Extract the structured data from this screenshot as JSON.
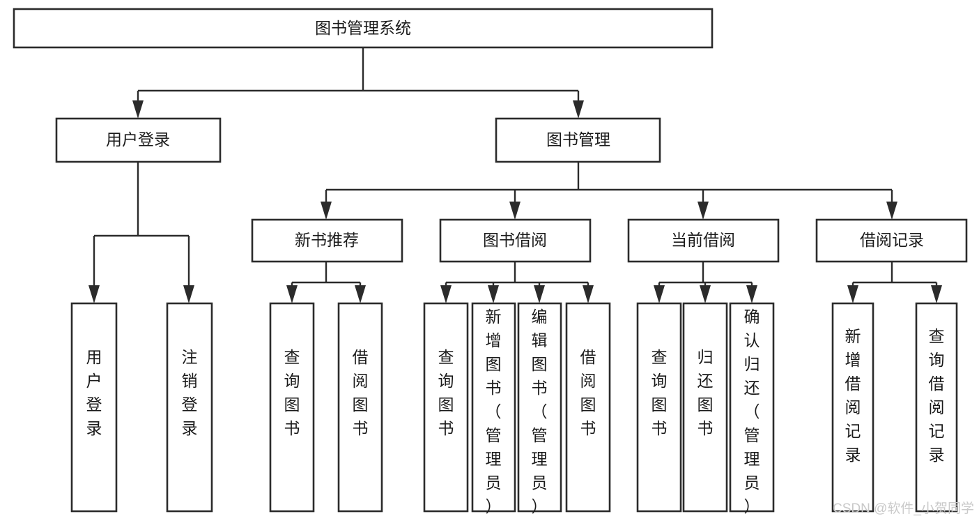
{
  "diagram": {
    "title": "图书管理系统",
    "type": "tree",
    "orientation": "top-down",
    "colors": {
      "box_stroke": "#2b2b2b",
      "box_fill": "#ffffff",
      "text": "#1a1a1a",
      "connector": "#2b2b2b",
      "background": "#ffffff",
      "watermark": "#c9c9c9"
    },
    "root": {
      "label": "图书管理系统"
    },
    "level2": [
      {
        "id": "user-login",
        "label": "用户登录"
      },
      {
        "id": "book-management",
        "label": "图书管理"
      }
    ],
    "level3": [
      {
        "id": "new-book-recommend",
        "label": "新书推荐",
        "parent": "book-management"
      },
      {
        "id": "book-borrow",
        "label": "图书借阅",
        "parent": "book-management"
      },
      {
        "id": "current-borrow",
        "label": "当前借阅",
        "parent": "book-management"
      },
      {
        "id": "borrow-record",
        "label": "借阅记录",
        "parent": "book-management"
      }
    ],
    "leaves": {
      "user-login": [
        {
          "id": "leaf-user-login",
          "label": "用户登录"
        },
        {
          "id": "leaf-logout",
          "label": "注销登录"
        }
      ],
      "new-book-recommend": [
        {
          "id": "leaf-query-book-1",
          "label": "查询图书"
        },
        {
          "id": "leaf-borrow-book-1",
          "label": "借阅图书"
        }
      ],
      "book-borrow": [
        {
          "id": "leaf-query-book-2",
          "label": "查询图书"
        },
        {
          "id": "leaf-add-book",
          "label": "新增图书（管理员）"
        },
        {
          "id": "leaf-edit-book",
          "label": "编辑图书（管理员）"
        },
        {
          "id": "leaf-borrow-book-2",
          "label": "借阅图书"
        }
      ],
      "current-borrow": [
        {
          "id": "leaf-query-book-3",
          "label": "查询图书"
        },
        {
          "id": "leaf-return-book",
          "label": "归还图书"
        },
        {
          "id": "leaf-confirm-return",
          "label": "确认归还（管理员）"
        }
      ],
      "borrow-record": [
        {
          "id": "leaf-add-record",
          "label": "新增借阅记录"
        },
        {
          "id": "leaf-query-record",
          "label": "查询借阅记录"
        }
      ]
    },
    "watermark": "CSDN @软件_小贺同学"
  }
}
